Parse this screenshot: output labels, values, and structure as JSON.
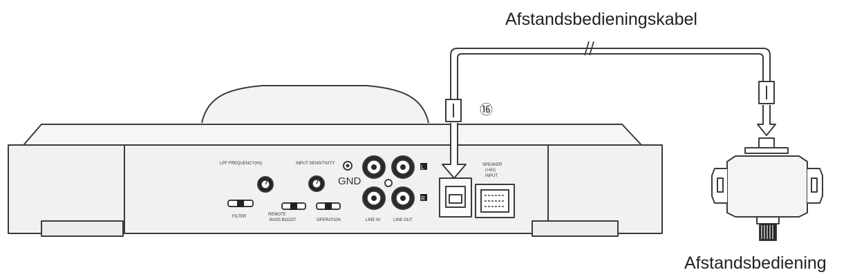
{
  "labels": {
    "cable": "Afstandsbedieningskabel",
    "remote": "Afstandsbediening",
    "callout_16": "⑯"
  },
  "panel": {
    "gnd": "GND",
    "lpf_label": "LPF FREQUENCY(Hz)",
    "input_label": "INPUT SENSITIVITY",
    "filter": "FILTER",
    "bass_boost": "BASS BOOST",
    "bass_boost_remote": "REMOTE",
    "operation": "OPERATION",
    "line_in": "LINE IN",
    "line_out": "LINE OUT",
    "ch_l": "L",
    "ch_r": "R",
    "speaker_input": [
      "SPEAKER",
      "(+6V)",
      "INPUT"
    ]
  },
  "colors": {
    "line": "#3a3a3a",
    "body_fill": "#f1f1f1",
    "dark": "#1e1e1e"
  }
}
